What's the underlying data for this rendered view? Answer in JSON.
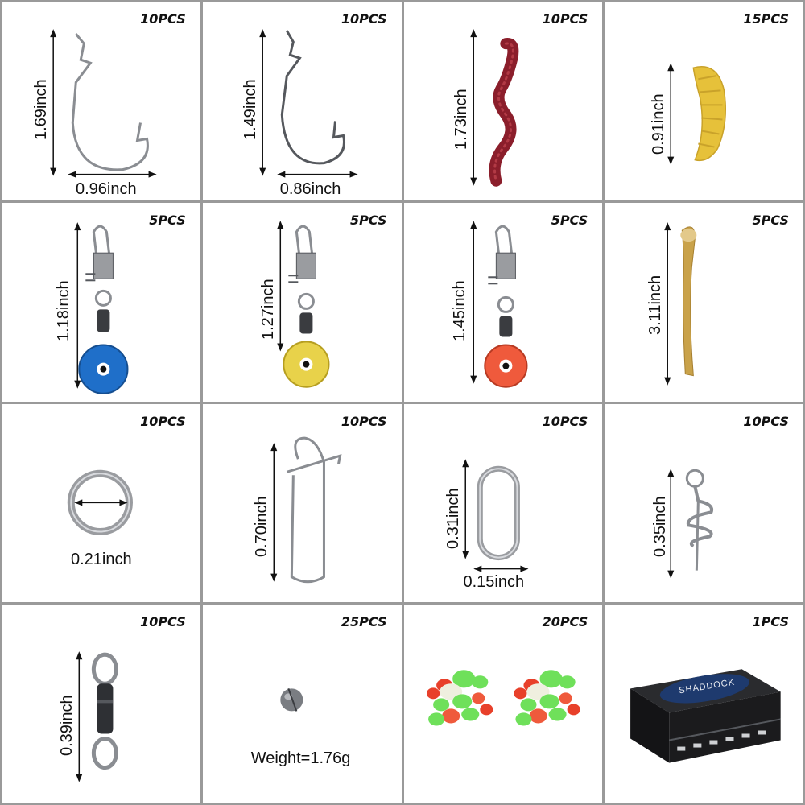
{
  "cells": [
    {
      "count": "10PCS",
      "dims": [
        "1.69inch",
        "0.96inch"
      ]
    },
    {
      "count": "10PCS",
      "dims": [
        "1.49inch",
        "0.86inch"
      ]
    },
    {
      "count": "10PCS",
      "dims": [
        "1.73inch"
      ]
    },
    {
      "count": "15PCS",
      "dims": [
        "0.91inch"
      ]
    },
    {
      "count": "5PCS",
      "dims": [
        "1.18inch"
      ]
    },
    {
      "count": "5PCS",
      "dims": [
        "1.27inch"
      ]
    },
    {
      "count": "5PCS",
      "dims": [
        "1.45inch"
      ]
    },
    {
      "count": "5PCS",
      "dims": [
        "3.11inch"
      ]
    },
    {
      "count": "10PCS",
      "dims": [
        "0.21inch"
      ]
    },
    {
      "count": "10PCS",
      "dims": [
        "0.70inch"
      ]
    },
    {
      "count": "10PCS",
      "dims": [
        "0.31inch",
        "0.15inch"
      ]
    },
    {
      "count": "10PCS",
      "dims": [
        "0.35inch"
      ]
    },
    {
      "count": "10PCS",
      "dims": [
        "0.39inch"
      ]
    },
    {
      "count": "25PCS",
      "dims": [
        "Weight=1.76g"
      ]
    },
    {
      "count": "20PCS",
      "dims": []
    },
    {
      "count": "1PCS",
      "dims": []
    }
  ],
  "box_brand": "SHADDOCK",
  "colors": {
    "grid_line": "#9a9a9a",
    "metal": "#8a8d92",
    "worm_red": "#8b1e2b",
    "grub_yellow": "#e6c13a",
    "shad_tan": "#c9a24a",
    "float_blue": "#1f6fc9",
    "float_yellow": "#e8d24a",
    "float_orange": "#ef5a3c",
    "bead_green": "#6fe05a",
    "bead_red": "#e8402a",
    "box_black": "#1b1b1d"
  }
}
